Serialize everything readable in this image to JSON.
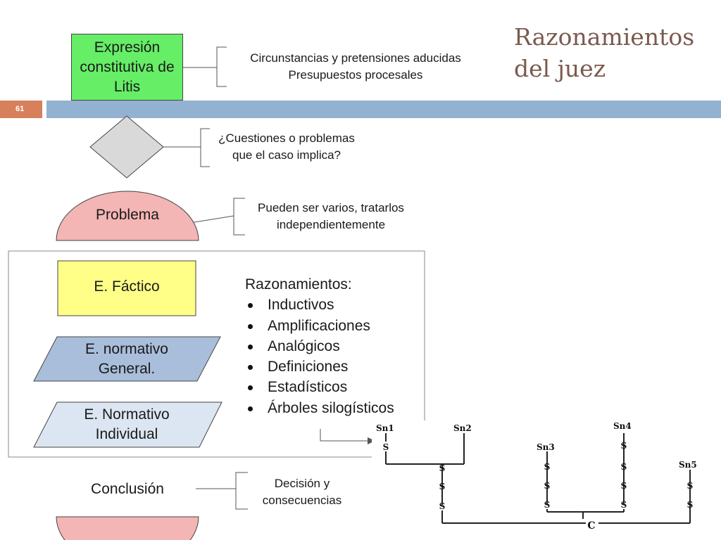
{
  "title": {
    "line1": "Razonamientos",
    "line2": "del juez"
  },
  "page_number": "61",
  "flow": {
    "expresion": "Expresión constitutiva de Litis",
    "expresion_note": {
      "line1": "Circunstancias y pretensiones aducidas",
      "line2": "Presupuestos procesales"
    },
    "cuestiones_note": {
      "line1": "¿Cuestiones o problemas",
      "line2": "que el caso implica?"
    },
    "problema": "Problema",
    "problema_note": {
      "line1": "Pueden ser varios, tratarlos",
      "line2": "independientemente"
    },
    "factico": "E. Fáctico",
    "normativo_general": {
      "line1": "E. normativo",
      "line2": "General."
    },
    "normativo_individual": {
      "line1": "E. Normativo",
      "line2": "Individual"
    },
    "conclusion": "Conclusión",
    "conclusion_note": {
      "line1": "Decisión y",
      "line2": "consecuencias"
    }
  },
  "razonamientos": {
    "heading": "Razonamientos:",
    "items": [
      "Inductivos",
      "Amplificaciones",
      "Analógicos",
      "Definiciones",
      "Estadísticos",
      "Árboles silogísticos"
    ]
  },
  "tree": {
    "sn1": "Sn1",
    "sn2": "Sn2",
    "sn3": "Sn3",
    "sn4": "Sn4",
    "sn5": "Sn5",
    "s": "S",
    "c": "C"
  },
  "colors": {
    "title": "#7a5a4e",
    "bar": "#93b1d0",
    "badge": "#d7805c",
    "green": "#66ee66",
    "yellow": "#ffff88",
    "blue": "#a9bedb",
    "lightblue": "#dce6f2",
    "pink": "#f4b5b5"
  }
}
